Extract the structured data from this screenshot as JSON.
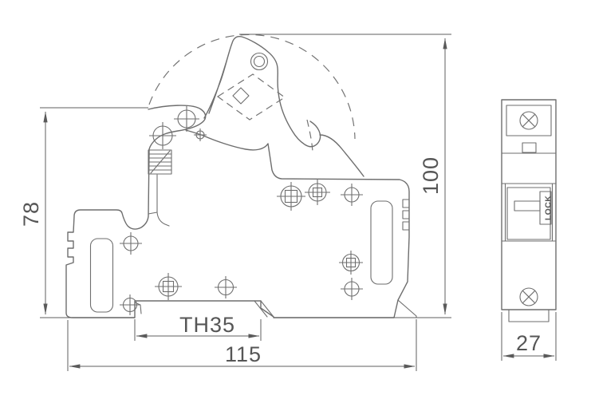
{
  "dimensions": {
    "height_left": "78",
    "height_right": "100",
    "rail": "TH35",
    "width_main": "115",
    "width_front": "27"
  },
  "labels": {
    "lock": "LOCK"
  },
  "colors": {
    "line": "#6e6e6e",
    "text": "#565656",
    "background": "#ffffff"
  }
}
